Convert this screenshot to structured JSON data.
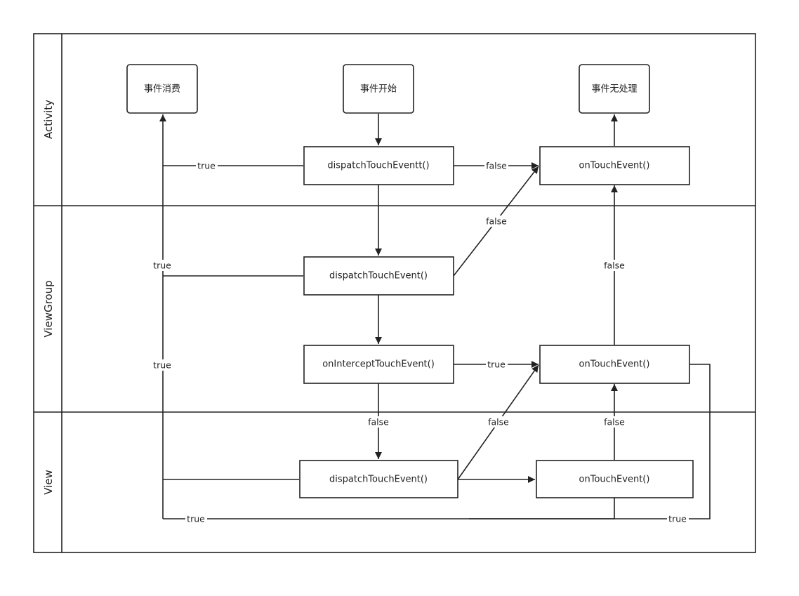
{
  "lanes": {
    "activity": "Activity",
    "viewgroup": "ViewGroup",
    "view": "View"
  },
  "nodes": {
    "consumed": "事件消费",
    "start": "事件开始",
    "unhandled": "事件无处理",
    "activity_dispatch": "dispatchTouchEventt()",
    "activity_ontouch": "onTouchEvent()",
    "viewgroup_dispatch": "dispatchTouchEvent()",
    "viewgroup_intercept": "onInterceptTouchEvent()",
    "viewgroup_ontouch": "onTouchEvent()",
    "view_dispatch": "dispatchTouchEvent()",
    "view_ontouch": "onTouchEvent()"
  },
  "labels": {
    "activity_dispatch_true": "true",
    "activity_dispatch_false": "false",
    "viewgroup_dispatch_true": "true",
    "viewgroup_dispatch_false": "false",
    "viewgroup_ontouch_false": "false",
    "consume_true": "true",
    "intercept_true": "true",
    "intercept_false": "false",
    "view_dispatch_false": "false",
    "view_ontouch_false": "false",
    "view_ontouch_true": "true",
    "viewgroup_ontouch_true": "true"
  }
}
